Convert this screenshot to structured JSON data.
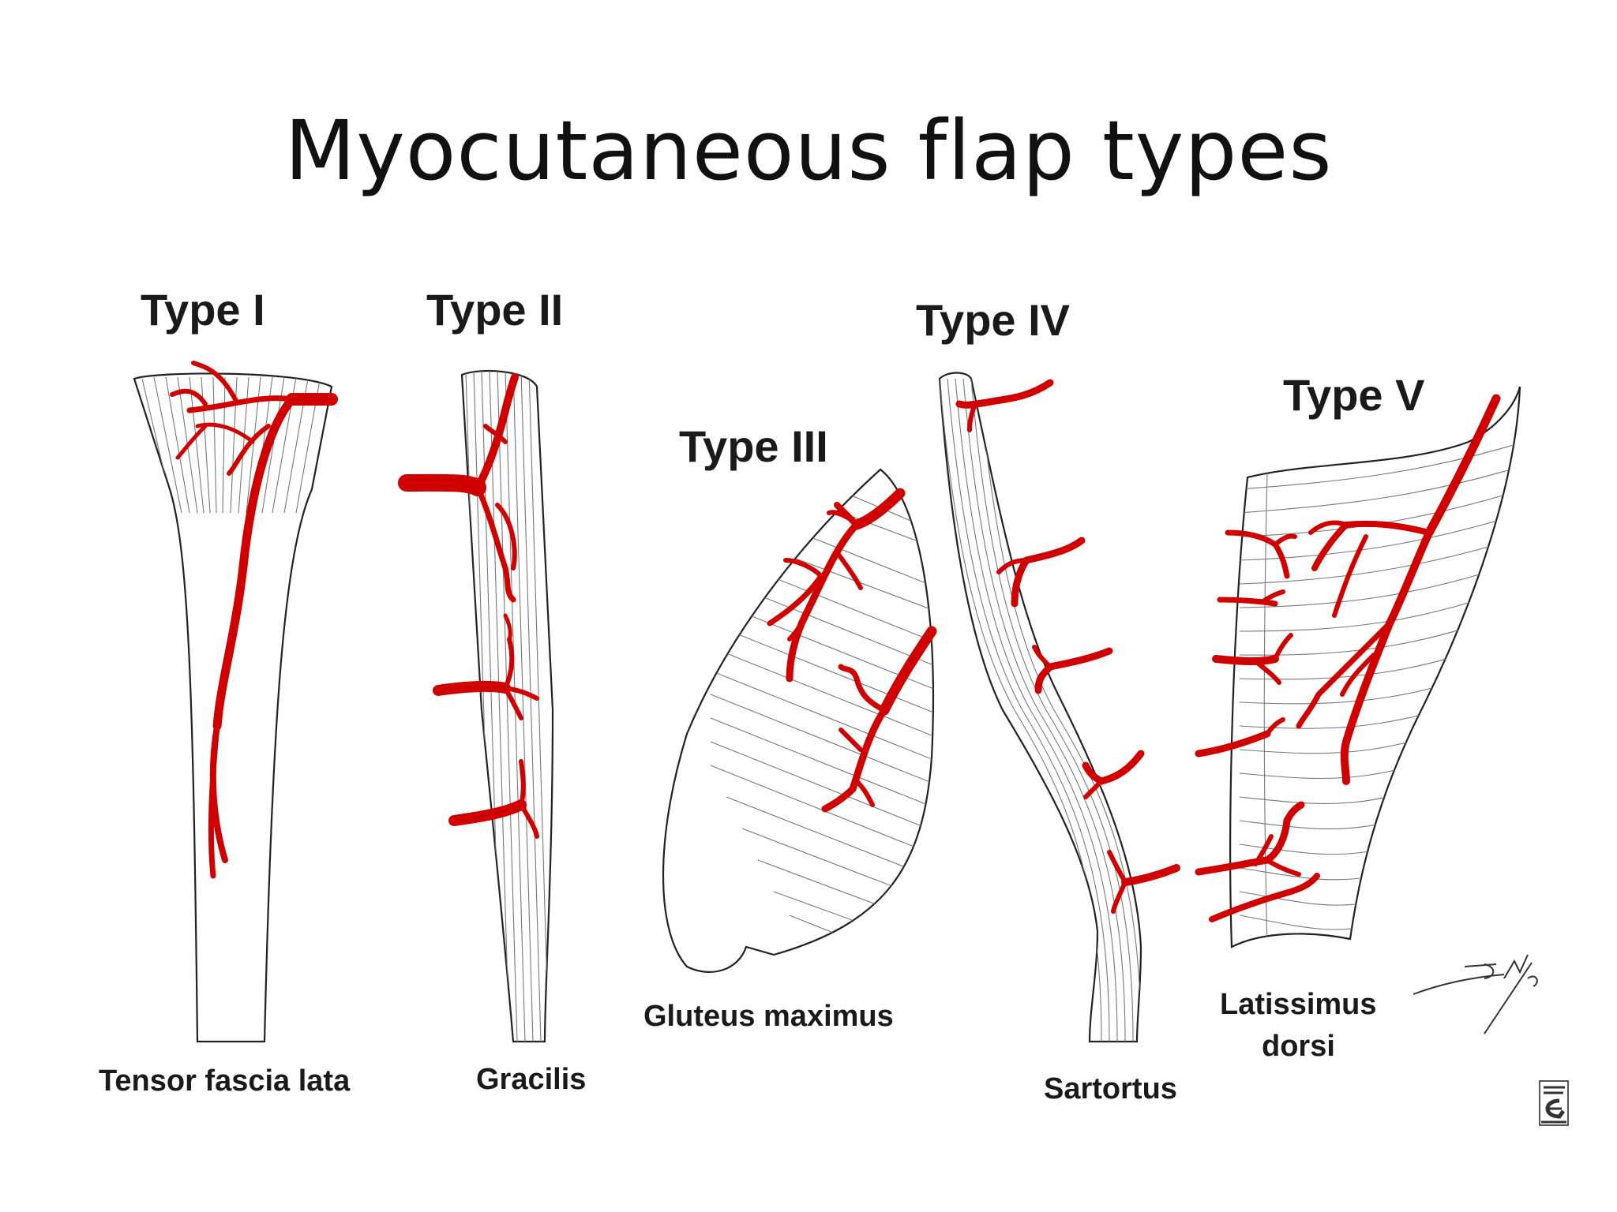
{
  "slide": {
    "title": "Myocutaneous flap types"
  },
  "flaps": [
    {
      "type": "Type I",
      "muscle": "Tensor fascia lata"
    },
    {
      "type": "Type II",
      "muscle": "Gracilis"
    },
    {
      "type": "Type III",
      "muscle": "Gluteus maximus"
    },
    {
      "type": "Type IV",
      "muscle": "Sartortus"
    },
    {
      "type": "Type V",
      "muscle": "Latissimus dorsi",
      "muscle_line1": "Latissimus",
      "muscle_line2": "dorsi"
    }
  ],
  "colors": {
    "vessel": "#d00000",
    "outline": "#222222",
    "background": "#ffffff"
  },
  "icons": {
    "signature": "artist-signature",
    "corner_logo": "publisher-logo-icon"
  }
}
